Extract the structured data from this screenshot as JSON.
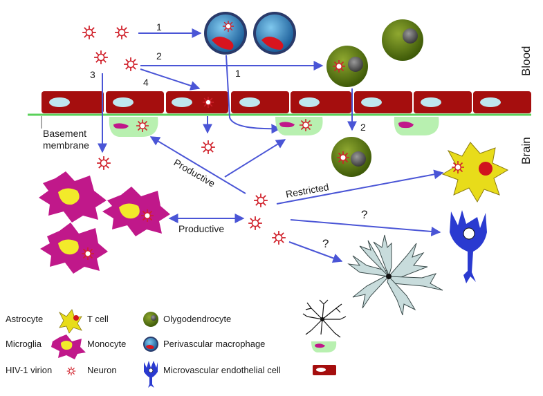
{
  "regions": {
    "blood": "Blood",
    "brain": "Brain"
  },
  "steps": {
    "s1a": "1",
    "s1b": "1",
    "s2a": "2",
    "s2b": "2",
    "s3": "3",
    "s4": "4"
  },
  "labels": {
    "basement_line1": "Basement",
    "basement_line2": "membrane",
    "productive_diag": "Productive",
    "productive_horiz": "Productive",
    "restricted": "Restricted",
    "unknown_neuron": "?",
    "unknown_astro": "?"
  },
  "legend": {
    "astrocyte": "Astrocyte",
    "t_cell": "T cell",
    "oligodendrocyte": "Olygodendrocyte",
    "microglia": "Microglia",
    "monocyte": "Monocyte",
    "perivascular_macrophage": "Perivascular macrophage",
    "hiv_virion": "HIV-1 virion",
    "neuron": "Neuron",
    "endothelial_cell": "Microvascular endothelial cell"
  },
  "colors": {
    "endothelium": "#a50e0e",
    "nucleus": "#bfe6ee",
    "membrane": "#5ad15a",
    "arrow": "#4a55d6",
    "virion": "#d0202a",
    "microglia": "#c0188a",
    "microglia_nucleus": "#f2ea2a",
    "astrocyte": "#e8dc1a",
    "oligodendrocyte": "#5a7a10",
    "macrophage": "#2a7ab8",
    "neuron": "#2a3ad0",
    "perivascular_pocket": "#b8f0b0"
  }
}
